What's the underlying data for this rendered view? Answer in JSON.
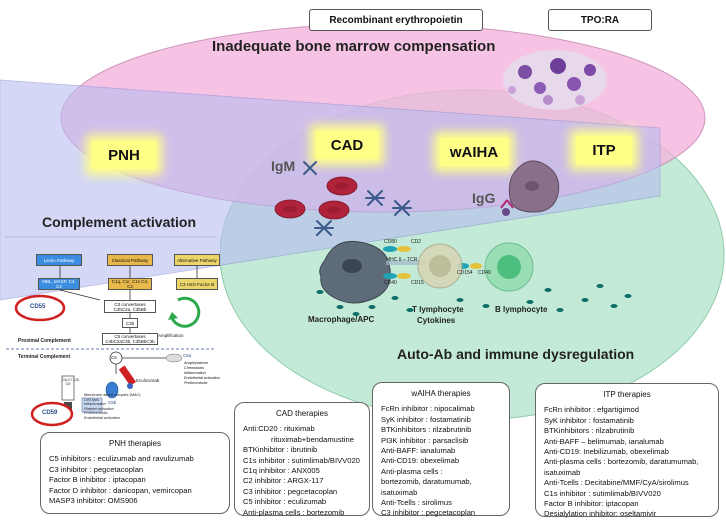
{
  "top_labels": {
    "erythropoietin": "Recombinant erythropoietin",
    "tpo": "TPO:RA"
  },
  "headings": {
    "bone_marrow": "Inadequate bone marrow compensation",
    "complement": "Complement activation",
    "auto_ab": "Auto-Ab and immune dysregulation"
  },
  "diseases": {
    "pnh": "PNH",
    "cad": "CAD",
    "waiha": "wAIHA",
    "itp": "ITP"
  },
  "immune": {
    "igm": "IgM",
    "igg": "IgG",
    "macrophage": "Macrophage/APC",
    "t_lymphocyte": "T lymphocyte",
    "cytokines": "Cytokines",
    "b_lymphocyte": "B lymphocyte",
    "cd80": "CD80",
    "cd2": "CD2",
    "mhc_tcr": "MHC II – TCR",
    "cd40_left": "CD40",
    "cd15": "CD15",
    "cd154": "CD154",
    "cd40_right": "CD40"
  },
  "complement_diagram": {
    "lectin": "Lectin Pathway",
    "lectin_sub": "MBL, MASP, C4, C2",
    "classical": "Classical Pathway",
    "classical_sub": "C1q, C1r, C1s C4, C2",
    "alternative": "Alternative Pathway",
    "alternative_sub": "C3 H2O Factor B",
    "c3_convertases": "C3 convertases C4bC2a, C3bBb",
    "c3b": "C3b",
    "amplification": "Amplification",
    "c5_convertases": "C5 convertases C4bC2aC3b, C3bBbC3b",
    "cd55": "CD55",
    "proximal": "Proximal Complement",
    "terminal": "Terminal Complement",
    "c5": "C5",
    "c5a": "C5a",
    "c5b": "C5b",
    "eculizumab": "Eculizumab",
    "c5a_effects": [
      "Anaphylatoxin",
      "Chemotaxis",
      "Inflammation",
      "Endothelial activation",
      "Prothrombotic"
    ],
    "c6_c9": "C6,C7,C8, C9",
    "cd59": "CD59",
    "mac_title": "Membrane attack complex (MAC)",
    "mac_effects": [
      "Cell lysis",
      "Inflammation",
      "Platelet activation",
      "Prothrombotic",
      "Endothelial activation"
    ]
  },
  "therapies": {
    "pnh": {
      "title": "PNH therapies",
      "lines": [
        "C5 inhibitors : eculizumab and ravulizumab",
        "C3 inhibitor : pegcetacoplan",
        "Factor B inhibitor : iptacopan",
        "Factor D inhibitor : danicopan, vemircopan",
        "MASP3 inhibitor:  OMS906"
      ]
    },
    "cad": {
      "title": "CAD therapies",
      "lines": [
        "Anti:CD20 : rituximab",
        "              rituximab+bendamustine",
        "BTKinhibitor : ibrutinib",
        "C1s inhibitor : sutimlimab/BIVV020",
        "C1q inhibitor : ANX005",
        "C2 inhibitor : ARGX-117",
        "C3 inhibitor : pegcetacoplan",
        "C5 inhibitor : eculizumab",
        "Anti-plasma cells : bortezomib"
      ]
    },
    "waiha": {
      "title": "wAIHA therapies",
      "lines": [
        "FcRn inhibitor : nipocalimab",
        "SyK inhibitor : fostamatinib",
        "BTKinhibitors : rilzabrutinib",
        "PI3K inhibitor : parsaclisib",
        "Anti-BAFF: ianalumab",
        "Anti-CD19: obexelimab",
        "Anti-plasma cells :",
        "bortezomib, daratumumab,",
        "isatuximab",
        "Anti-Tcells : sirolimus",
        "C3 inhibitor : pegcetacoplan"
      ]
    },
    "itp": {
      "title": "ITP therapies",
      "lines": [
        "FcRn inhibitor : efgartigimod",
        "SyK inhibitor : fostamatinib",
        "BTKinhibitors : rilzabrutinib",
        "Anti-BAFF – belimumab, ianalumab",
        "Anti-CD19: Inebilizumab, obexelimab",
        "Anti-plasma cells : bortezomib, daratumumab,",
        "isatuximab",
        "Anti-Tcells : Decitabine/MMF/CyA/sirolimus",
        "C1s inhibitor : sutimlimab/BIVV020",
        "Factor B inhibitor: iptacopan",
        "Desialylation inhibitor: oseltamivir"
      ]
    }
  },
  "colors": {
    "pink_ellipse": "#f3b8e0",
    "green_ellipse": "#b8e8cf",
    "blue_band": "#c8c8f0",
    "highlight": "#ffff88"
  }
}
